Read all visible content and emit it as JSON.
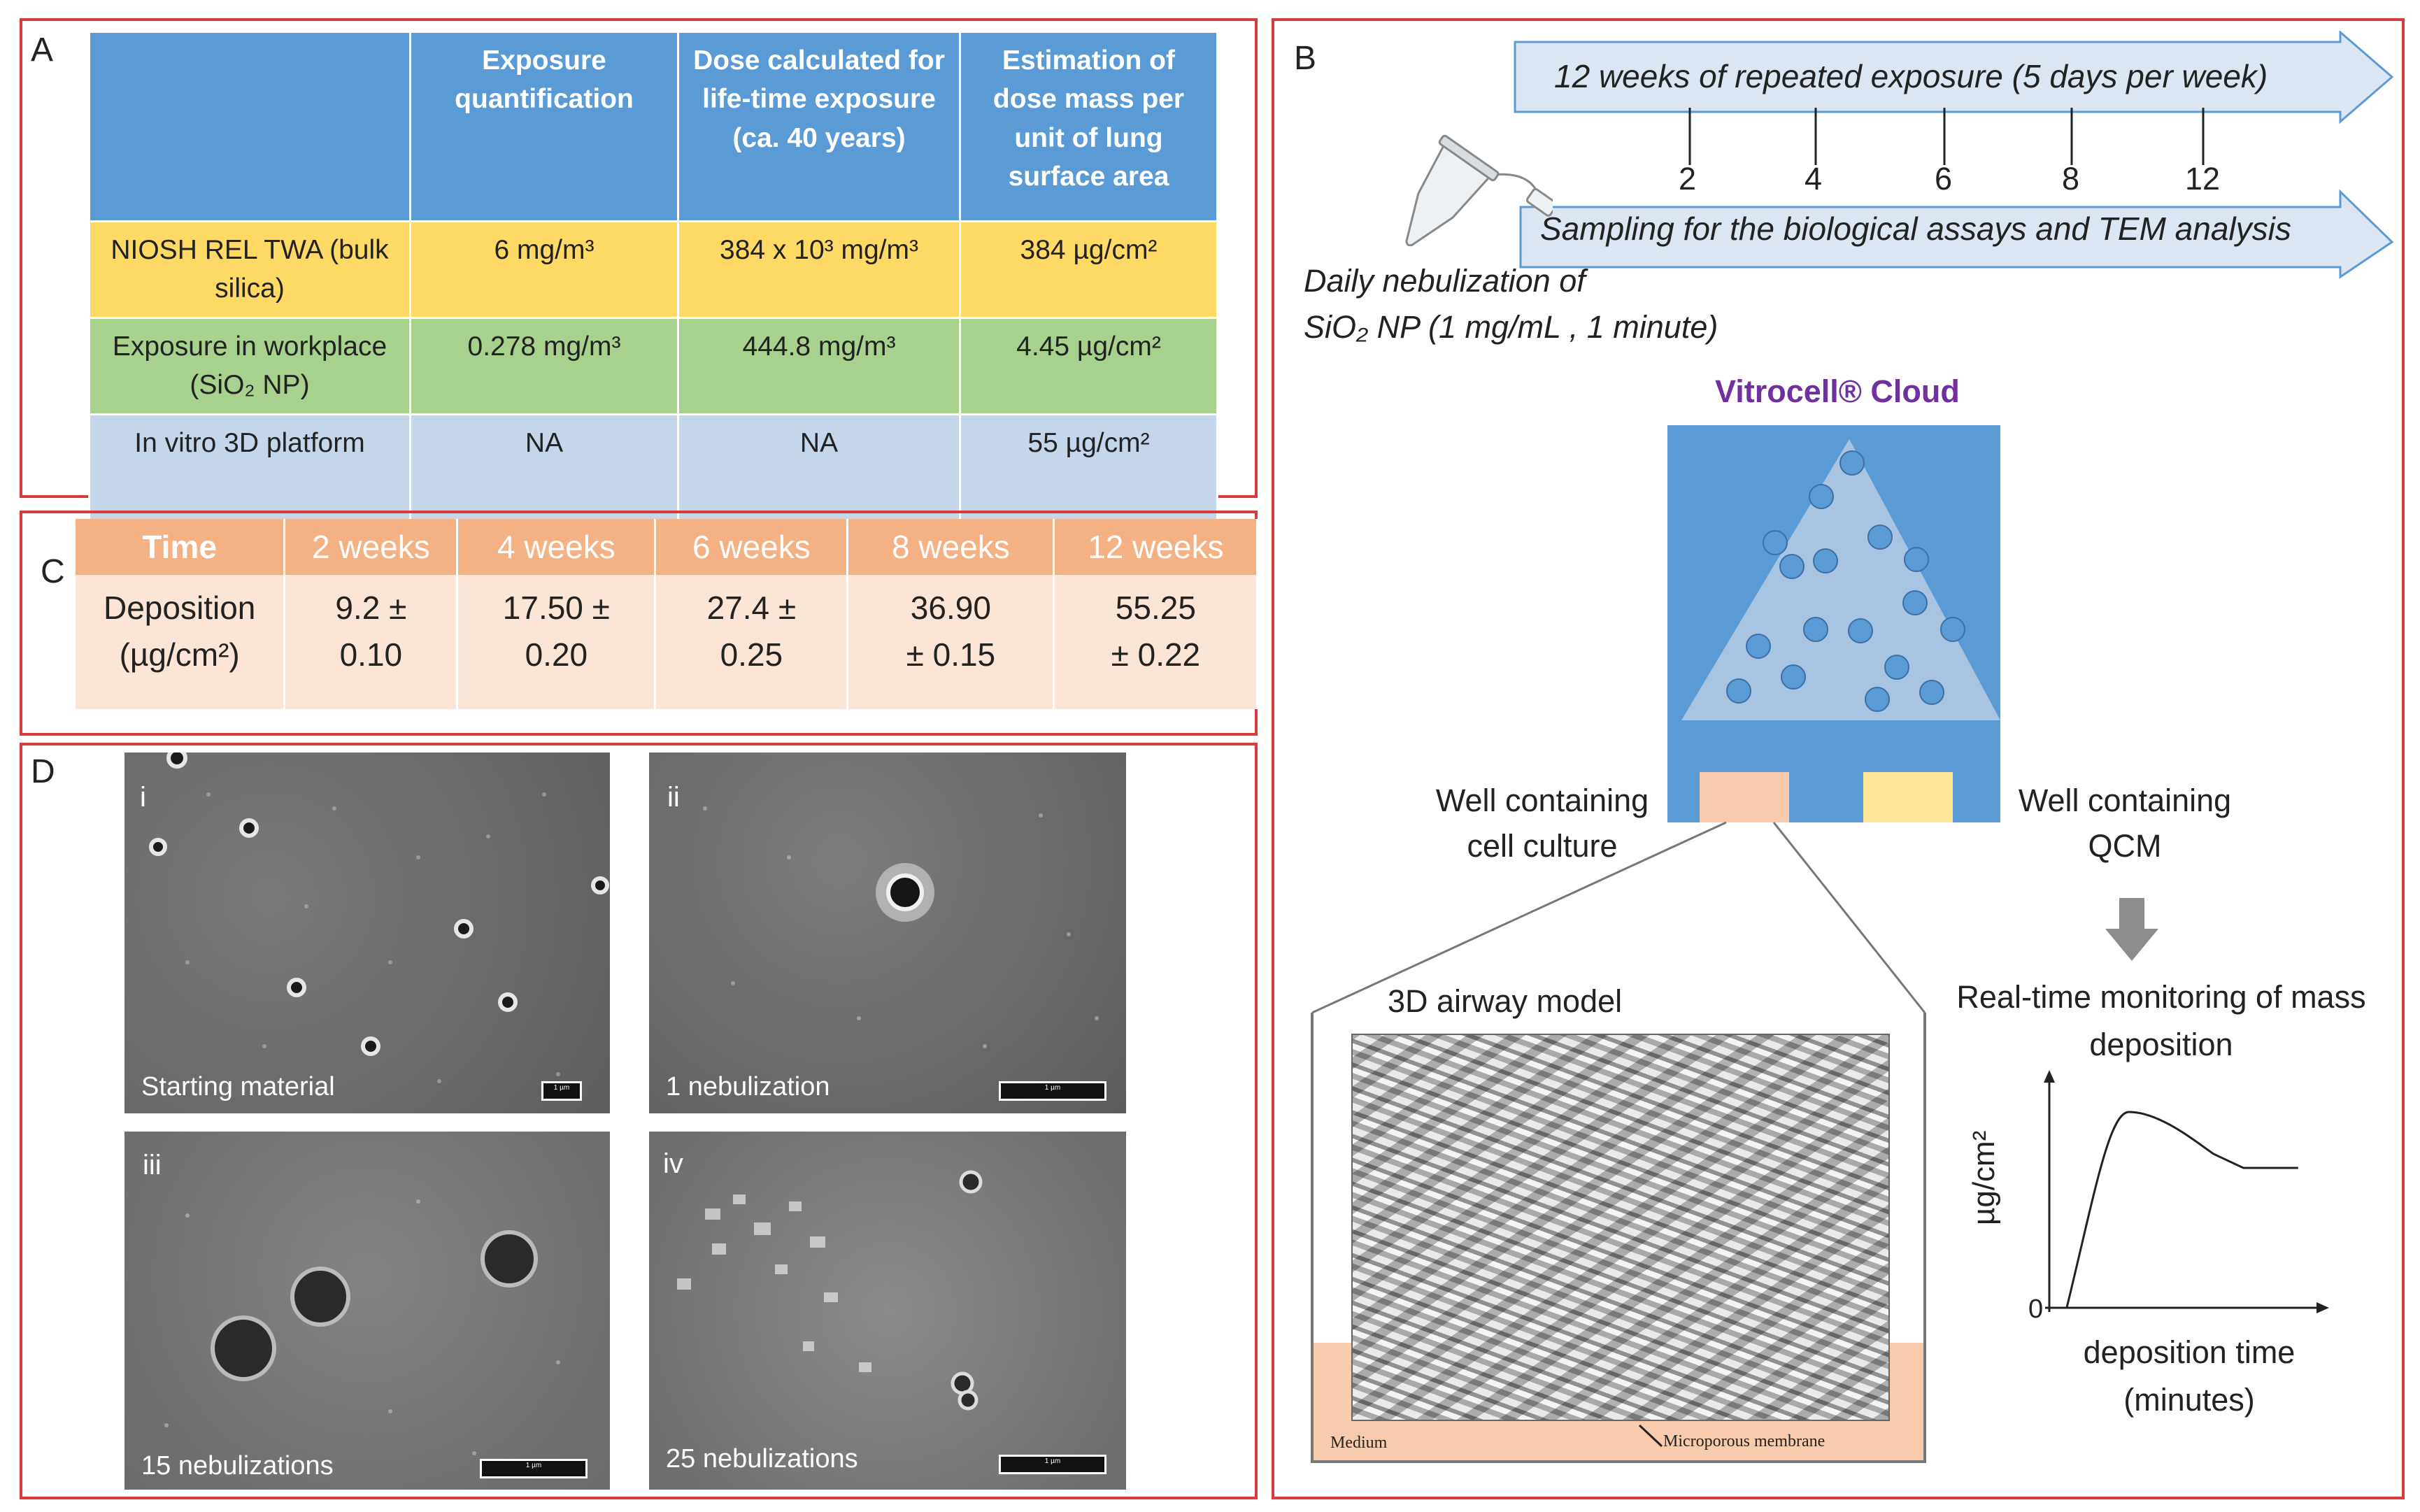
{
  "panel_labels": {
    "a": "A",
    "b": "B",
    "c": "C",
    "d": "D"
  },
  "table_a": {
    "headers": [
      "",
      "Exposure quantification",
      "Dose calculated for life-time exposure (ca. 40 years)",
      "Estimation of dose mass per unit of lung surface area"
    ],
    "rows": [
      [
        "NIOSH  REL TWA (bulk silica)",
        "6 mg/m³",
        "384 x 10³ mg/m³",
        "384 µg/cm²"
      ],
      [
        "Exposure in workplace (SiO₂ NP)",
        "0.278 mg/m³",
        "444.8 mg/m³",
        "4.45 µg/cm²"
      ],
      [
        "In vitro 3D platform",
        "NA",
        "NA",
        "55 µg/cm²"
      ]
    ]
  },
  "table_c": {
    "headers": [
      "Time",
      "2 weeks",
      "4 weeks",
      "6 weeks",
      "8 weeks",
      "12 weeks"
    ],
    "row_label": "Deposition (µg/cm²)",
    "values": [
      "9.2 ± 0.10",
      "17.50 ± 0.20",
      "27.4 ± 0.25",
      "36.90 ± 0.15",
      "55.25 ± 0.22"
    ]
  },
  "panel_d": {
    "images": [
      {
        "tag": "i",
        "caption": "Starting material",
        "scale": "1 µm"
      },
      {
        "tag": "ii",
        "caption": "1 nebulization",
        "scale": "1 µm"
      },
      {
        "tag": "iii",
        "caption": "15 nebulizations",
        "scale": "1 µm"
      },
      {
        "tag": "iv",
        "caption": "25 nebulizations",
        "scale": "1 µm"
      }
    ]
  },
  "panel_b": {
    "timeline_top": "12 weeks of repeated exposure (5 days per week)",
    "timeline_bottom": "Sampling for the biological assays and TEM analysis",
    "ticks": [
      "2",
      "4",
      "6",
      "8",
      "12"
    ],
    "nebulization_line1": "Daily nebulization of",
    "nebulization_line2": "SiO₂ NP (1 mg/mL , 1 minute)",
    "device_title": "Vitrocell® Cloud",
    "well_left": "Well containing cell culture",
    "well_right": "Well containing QCM",
    "model_title": "3D airway model",
    "medium_label": "Medium",
    "membrane_label": "Microporous membrane",
    "monitor_title": "Real-time monitoring of mass deposition",
    "colors": {
      "device_bg": "#5b9bd5",
      "triangle": "#a9c4e0",
      "particle": "#5b9bd5",
      "well_left": "#f8cbad",
      "well_right": "#ffe699",
      "arrow_fill": "#dce6f2",
      "title_purple": "#7030a0"
    }
  },
  "chart_data": {
    "type": "line",
    "title": "",
    "xlabel": "deposition time (minutes)",
    "ylabel": "µg/cm²",
    "y_tick_labels": [
      "0"
    ],
    "series": [
      {
        "name": "",
        "points": [
          [
            0,
            0
          ],
          [
            0.35,
            0
          ],
          [
            1.6,
            5.6
          ],
          [
            3.3,
            4.4
          ],
          [
            3.9,
            4.0
          ],
          [
            5,
            4.0
          ]
        ]
      }
    ]
  }
}
